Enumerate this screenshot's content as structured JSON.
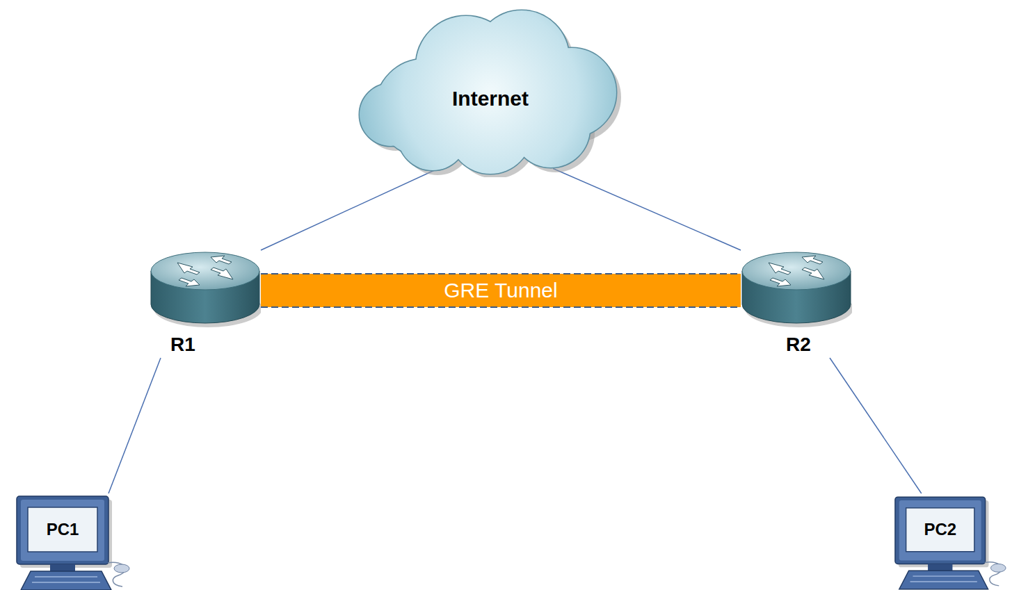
{
  "diagram": {
    "nodes": [
      {
        "text": [
          "Internet"
        ]
      },
      {
        "text": [
          "R1"
        ]
      },
      {
        "text": [
          "R2"
        ]
      },
      {
        "text": [
          "PC1"
        ]
      },
      {
        "text": [
          "PC2"
        ]
      }
    ],
    "edges": [
      {
        "from": 0,
        "to": 1,
        "arrow": "none"
      },
      {
        "from": 0,
        "to": 2,
        "arrow": "none"
      },
      {
        "from": 1,
        "to": 3,
        "arrow": "none"
      },
      {
        "from": 2,
        "to": 4,
        "arrow": "none"
      },
      {
        "from": 1,
        "to": 2,
        "arrow": "none",
        "label": "GRE Tunnel"
      }
    ]
  }
}
